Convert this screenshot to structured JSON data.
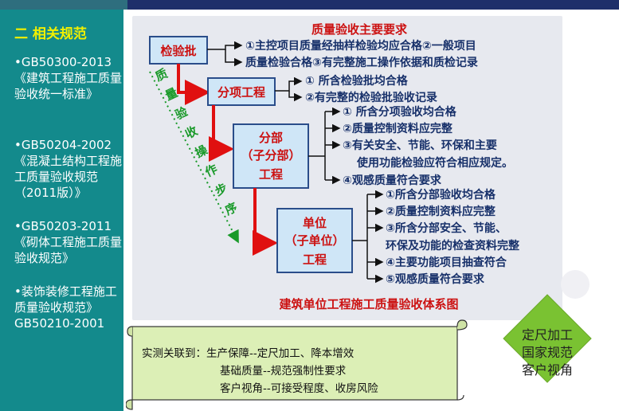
{
  "sidebar": {
    "title": "二 相关规范",
    "items": [
      "•GB50300-2013《建筑工程施工质量验收统一标准》",
      "•GB50204-2002《混凝土结构工程施工质量验收规范（2011版）》",
      "•GB50203-2011《砌体工程施工质量验收规范》",
      "•装饰装修工程施工质量验收规范》GB50210-2001"
    ]
  },
  "diagram": {
    "heading": "质量验收主要要求",
    "side_label": "质量验收操作步序",
    "caption": "建筑单位工程施工质量验收体系图",
    "levels": [
      {
        "box": [
          "检验批"
        ],
        "items": [
          "①主控项目质量经抽样检验均应合格②一般项目",
          "质量检验合格③有完整施工操作依据和质检记录"
        ]
      },
      {
        "box": [
          "分项工程"
        ],
        "items": [
          "① 所含检验批均合格",
          "②有完整的检验批验收记录"
        ]
      },
      {
        "box": [
          "分部",
          "（子分部）",
          "工程"
        ],
        "items": [
          "① 所含分项验收均合格",
          "②质量控制资料应完整",
          "③有关安全、节能、环保和主要",
          "使用功能检验应符合相应规定。",
          "④观感质量符合要求"
        ]
      },
      {
        "box": [
          "单位",
          "（子单位）",
          "工程"
        ],
        "items": [
          "①所含分部验收均合格",
          "②质量控制资料应完整",
          "③所含分部安全、节能、",
          "环保及功能的检查资料完整",
          "④主要功能项目抽查符合",
          "⑤观感质量符合要求"
        ]
      }
    ]
  },
  "scroll": {
    "lines": [
      "实测关联到：生产保障--定尺加工、降本增效",
      "基础质量--规范强制性要求",
      "客户视角--可接受程度、收房风险"
    ]
  },
  "badge": {
    "lines": [
      "定尺加工",
      "国家规范",
      "客户视角"
    ]
  },
  "colors": {
    "sidebar": "#138a8c",
    "sidebar_title": "#f2f000",
    "box_fill": "#cfe6f7",
    "box_border": "#2a4d8a",
    "box_text": "#cc1111",
    "arrow": "#e01010",
    "scroll_fill": "#dcefb6",
    "badge": "#7ac232"
  }
}
